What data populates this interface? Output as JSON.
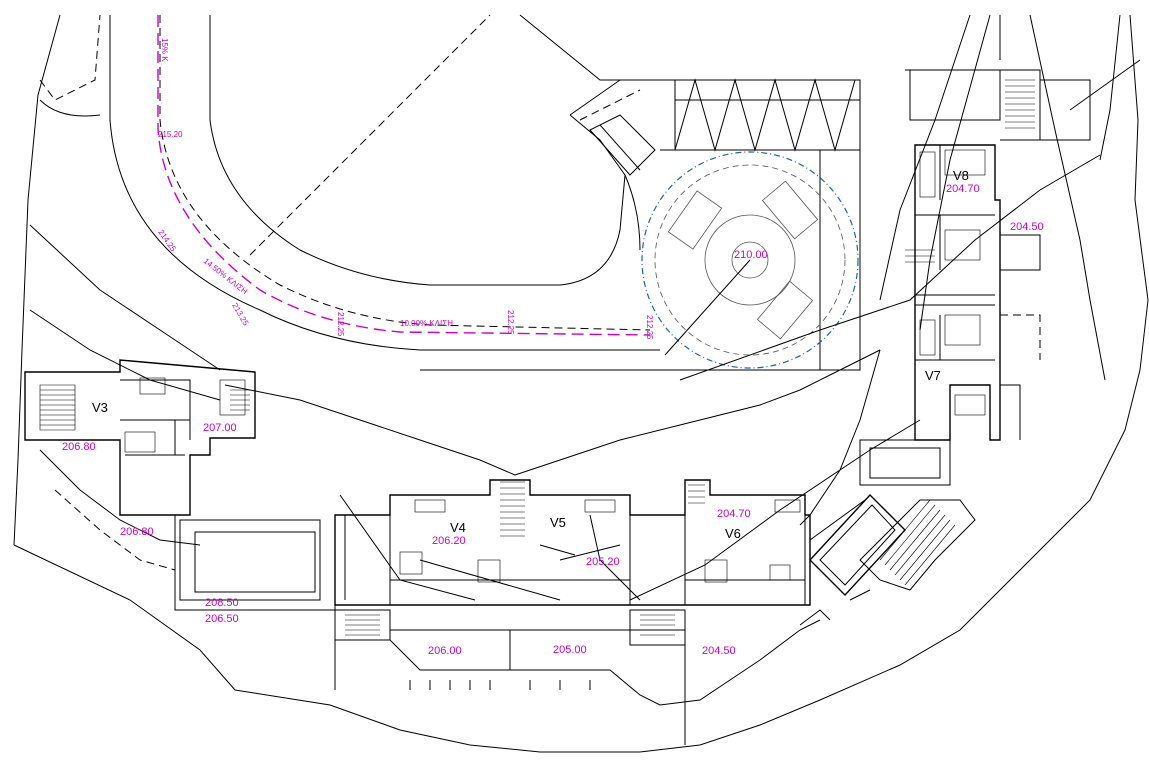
{
  "colors": {
    "linework": "#000000",
    "elevation_text": "#cc00cc",
    "ramp_axis": "#cc00cc",
    "roundabout_circle": "#1f5fb5",
    "background": "#ffffff"
  },
  "units": {
    "v3": "V3",
    "v4": "V4",
    "v5": "V5",
    "v6": "V6",
    "v7": "V7",
    "v8": "V8"
  },
  "elevations": {
    "roundabout": "210.00",
    "v8": "204.70",
    "east": "204.50",
    "v3_building": "207.00",
    "v3_left": "206.80",
    "v3_lower": "206.80",
    "v4": "206.20",
    "v5": "205.20",
    "v6": "204.70",
    "south_a": "208.50",
    "south_b": "206.50",
    "terrace_west": "206.00",
    "terrace_mid": "205.00",
    "terrace_east": "204.50"
  },
  "ramp_labels": {
    "slope_top": "15% K",
    "slope_curve": "14.50% ΚΛΙΣΗ",
    "slope_straight": "10.00% ΚΛΙΣΗ",
    "level_1": "215.20",
    "level_2": "214.25",
    "level_3": "213.25",
    "level_4": "212.25",
    "level_5": "212.25",
    "level_6": "212.25"
  },
  "icons": {
    "stairs": "stair-icon",
    "north": "none"
  }
}
